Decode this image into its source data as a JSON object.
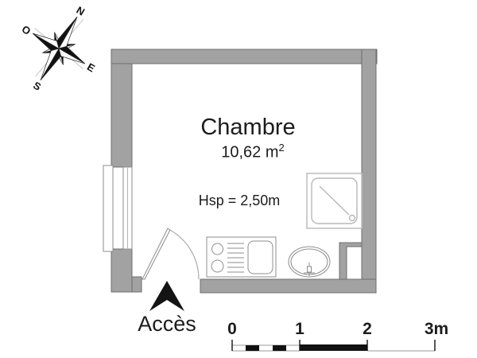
{
  "plan": {
    "room_name": "Chambre",
    "area_value": "10,62 m",
    "area_exponent": "2",
    "ceiling_height": "Hsp = 2,50m",
    "access_label": "Accès"
  },
  "compass": {
    "north": "N",
    "west": "O",
    "east": "E",
    "south": "S"
  },
  "scale_bar": {
    "tick_labels": [
      "0",
      "1",
      "2",
      "3m"
    ]
  },
  "colors": {
    "wall_fill": "#a2a2a2",
    "wall_stroke": "#6f6f6f",
    "fixture_line": "#8d8d8d",
    "light_fixture_line": "#b8b8b8",
    "arrow_black": "#141414",
    "text": "#1c1c1c"
  }
}
